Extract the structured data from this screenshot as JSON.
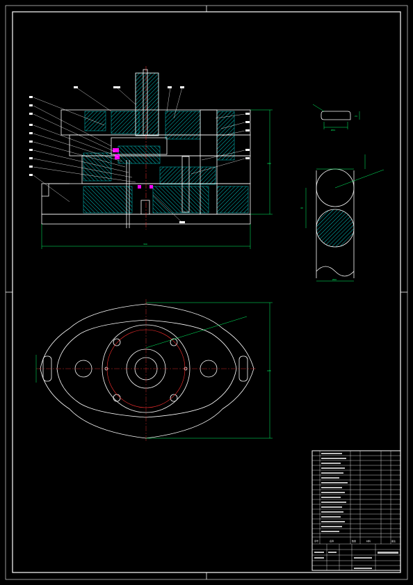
{
  "drawing": {
    "background_color": "#000000",
    "outline_color": "#ffffff",
    "dimension_color": "#00ff66",
    "section_color": "#00ffff",
    "centerline_color": "#ff3030",
    "part_marker_color": "#ff00ff"
  },
  "dimensions": {
    "front_view_width": "300",
    "front_view_height": "160",
    "plan_view_height": "225",
    "part_diameter": "Ø64",
    "part_height": "24",
    "blank_diameter": "Ø90",
    "blank_height": "40"
  },
  "title_block": {
    "header_cells": [
      "序号",
      "名称",
      "数量",
      "材料",
      "备注"
    ]
  }
}
